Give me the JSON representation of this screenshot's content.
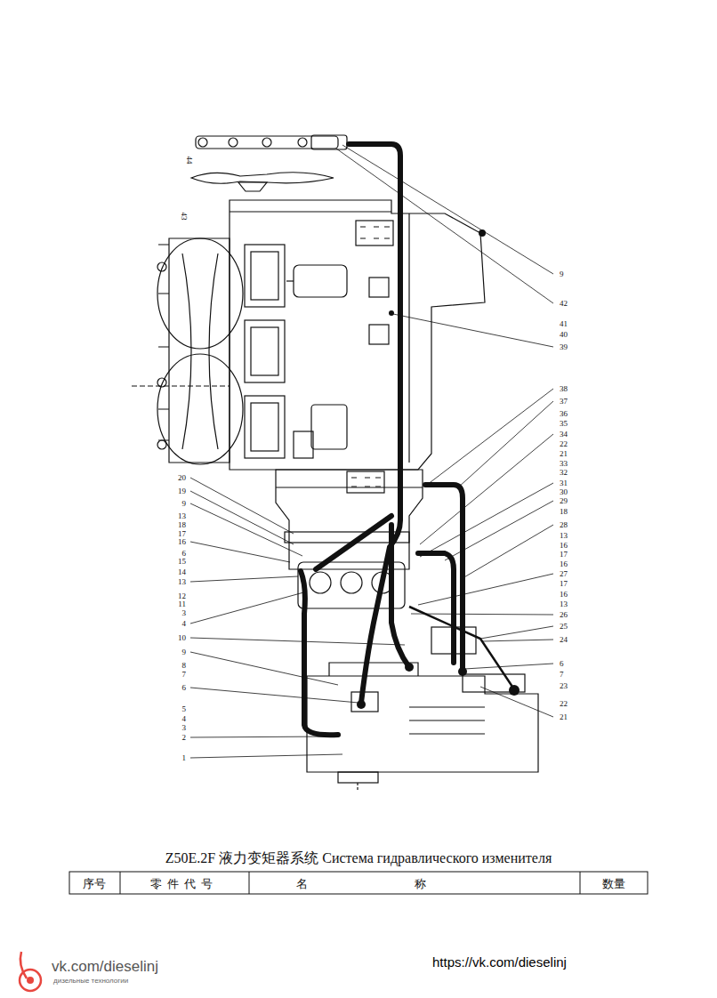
{
  "diagram": {
    "title": "Z50E.2F 液力变矩器系统 Система гидравлического изменителя",
    "labels": [
      "44",
      "43",
      "9",
      "42",
      "41",
      "40",
      "39",
      "38",
      "37",
      "36",
      "35",
      "34",
      "22",
      "21",
      "33",
      "32",
      "31",
      "30",
      "29",
      "18",
      "28",
      "13",
      "16",
      "17",
      "16",
      "27",
      "17",
      "16",
      "13",
      "26",
      "25",
      "24",
      "6",
      "7",
      "23",
      "22",
      "21",
      "20",
      "19",
      "9",
      "13",
      "18",
      "17",
      "16",
      "6",
      "15",
      "14",
      "13",
      "12",
      "11",
      "3",
      "4",
      "10",
      "9",
      "8",
      "7",
      "6",
      "5",
      "4",
      "3",
      "2",
      "1",
      "序号",
      "零件代号",
      "名称",
      "数量",
      "vk.com/dieselinj",
      "дизельные технологии",
      "https://vk.com/dieselinj"
    ]
  }
}
